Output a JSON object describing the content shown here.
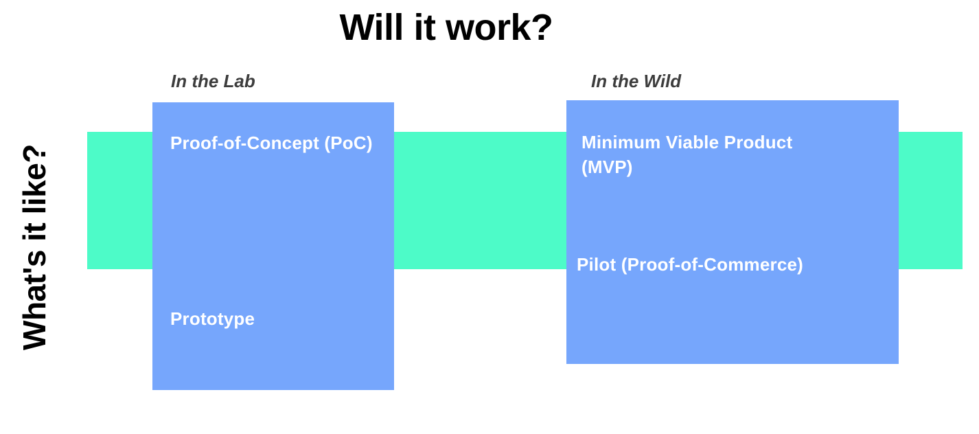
{
  "title": "Will it work?",
  "axis": {
    "vertical_label": "What's it like?"
  },
  "columns": [
    {
      "id": "lab",
      "label": "In the Lab"
    },
    {
      "id": "wild",
      "label": "In the Wild"
    }
  ],
  "stages": {
    "lab": {
      "items": [
        {
          "label": "Proof-of-Concept (PoC)"
        },
        {
          "label": "Prototype"
        }
      ]
    },
    "wild": {
      "items": [
        {
          "label": "Minimum Viable Product (MVP)"
        },
        {
          "label": "Pilot (Proof-of-Commerce)"
        }
      ]
    }
  },
  "colors": {
    "band_green": "#4dfbc8",
    "box_blue": "#76a6fc",
    "title_black": "#000000",
    "header_gray": "#3d3d3d",
    "item_white": "#ffffff",
    "background": "#ffffff"
  }
}
